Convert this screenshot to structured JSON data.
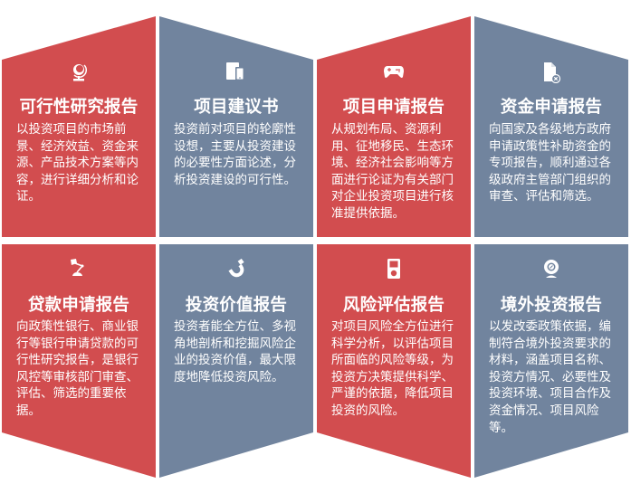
{
  "colors": {
    "red": "#d24d4f",
    "blue": "#71849e",
    "text": "#ffffff",
    "background": "#ffffff"
  },
  "cards": [
    {
      "icon": "globe-icon",
      "color": "red",
      "title": "可行性研究报告",
      "desc": "以投资项目的市场前景、经济效益、资金来源、产品技术方案等内容，进行详细分析和论证。"
    },
    {
      "icon": "devices-icon",
      "color": "blue",
      "title": "项目建议书",
      "desc": "投资前对项目的轮廓性设想，主要从投资建设的必要性方面论述，分析投资建设的可行性。"
    },
    {
      "icon": "gamepad-icon",
      "color": "red",
      "title": "项目申请报告",
      "desc": "从规划布局、资源利用、征地移民、生态环境、经济社会影响等方面进行论证为有关部门对企业投资项目进行核准提供依据。"
    },
    {
      "icon": "document-remove-icon",
      "color": "blue",
      "title": "资金申请报告",
      "desc": "向国家及各级地方政府申请政策性补助资金的专项报告，顺利通过各级政府主管部门组织的审查、评估和筛选。"
    },
    {
      "icon": "desk-lamp-icon",
      "color": "red",
      "title": "贷款申请报告",
      "desc": "向政策性银行、商业银行等银行申请贷款的可行性研究报告，是银行风控等审核部门审查、评估、筛选的重要依据。"
    },
    {
      "icon": "magnet-icon",
      "color": "blue",
      "title": "投资价值报告",
      "desc": "投资者能全方位、多视角地剖析和挖掘风险企业的投资价值，最大限度地降低投资风险。"
    },
    {
      "icon": "media-player-icon",
      "color": "red",
      "title": "风险评估报告",
      "desc": "对项目风险全方位进行科学分析，以评估项目所面临的风险等级，为投资方决策提供科学、严谨的依据，降低项目投资的风险。"
    },
    {
      "icon": "webcam-icon",
      "color": "blue",
      "title": "境外投资报告",
      "desc": "以发改委政策依据，编制符合境外投资要求的材料，涵盖项目名称、投资方情况、必要性及投资环境、项目合作及资金情况、项目风险等。"
    }
  ]
}
